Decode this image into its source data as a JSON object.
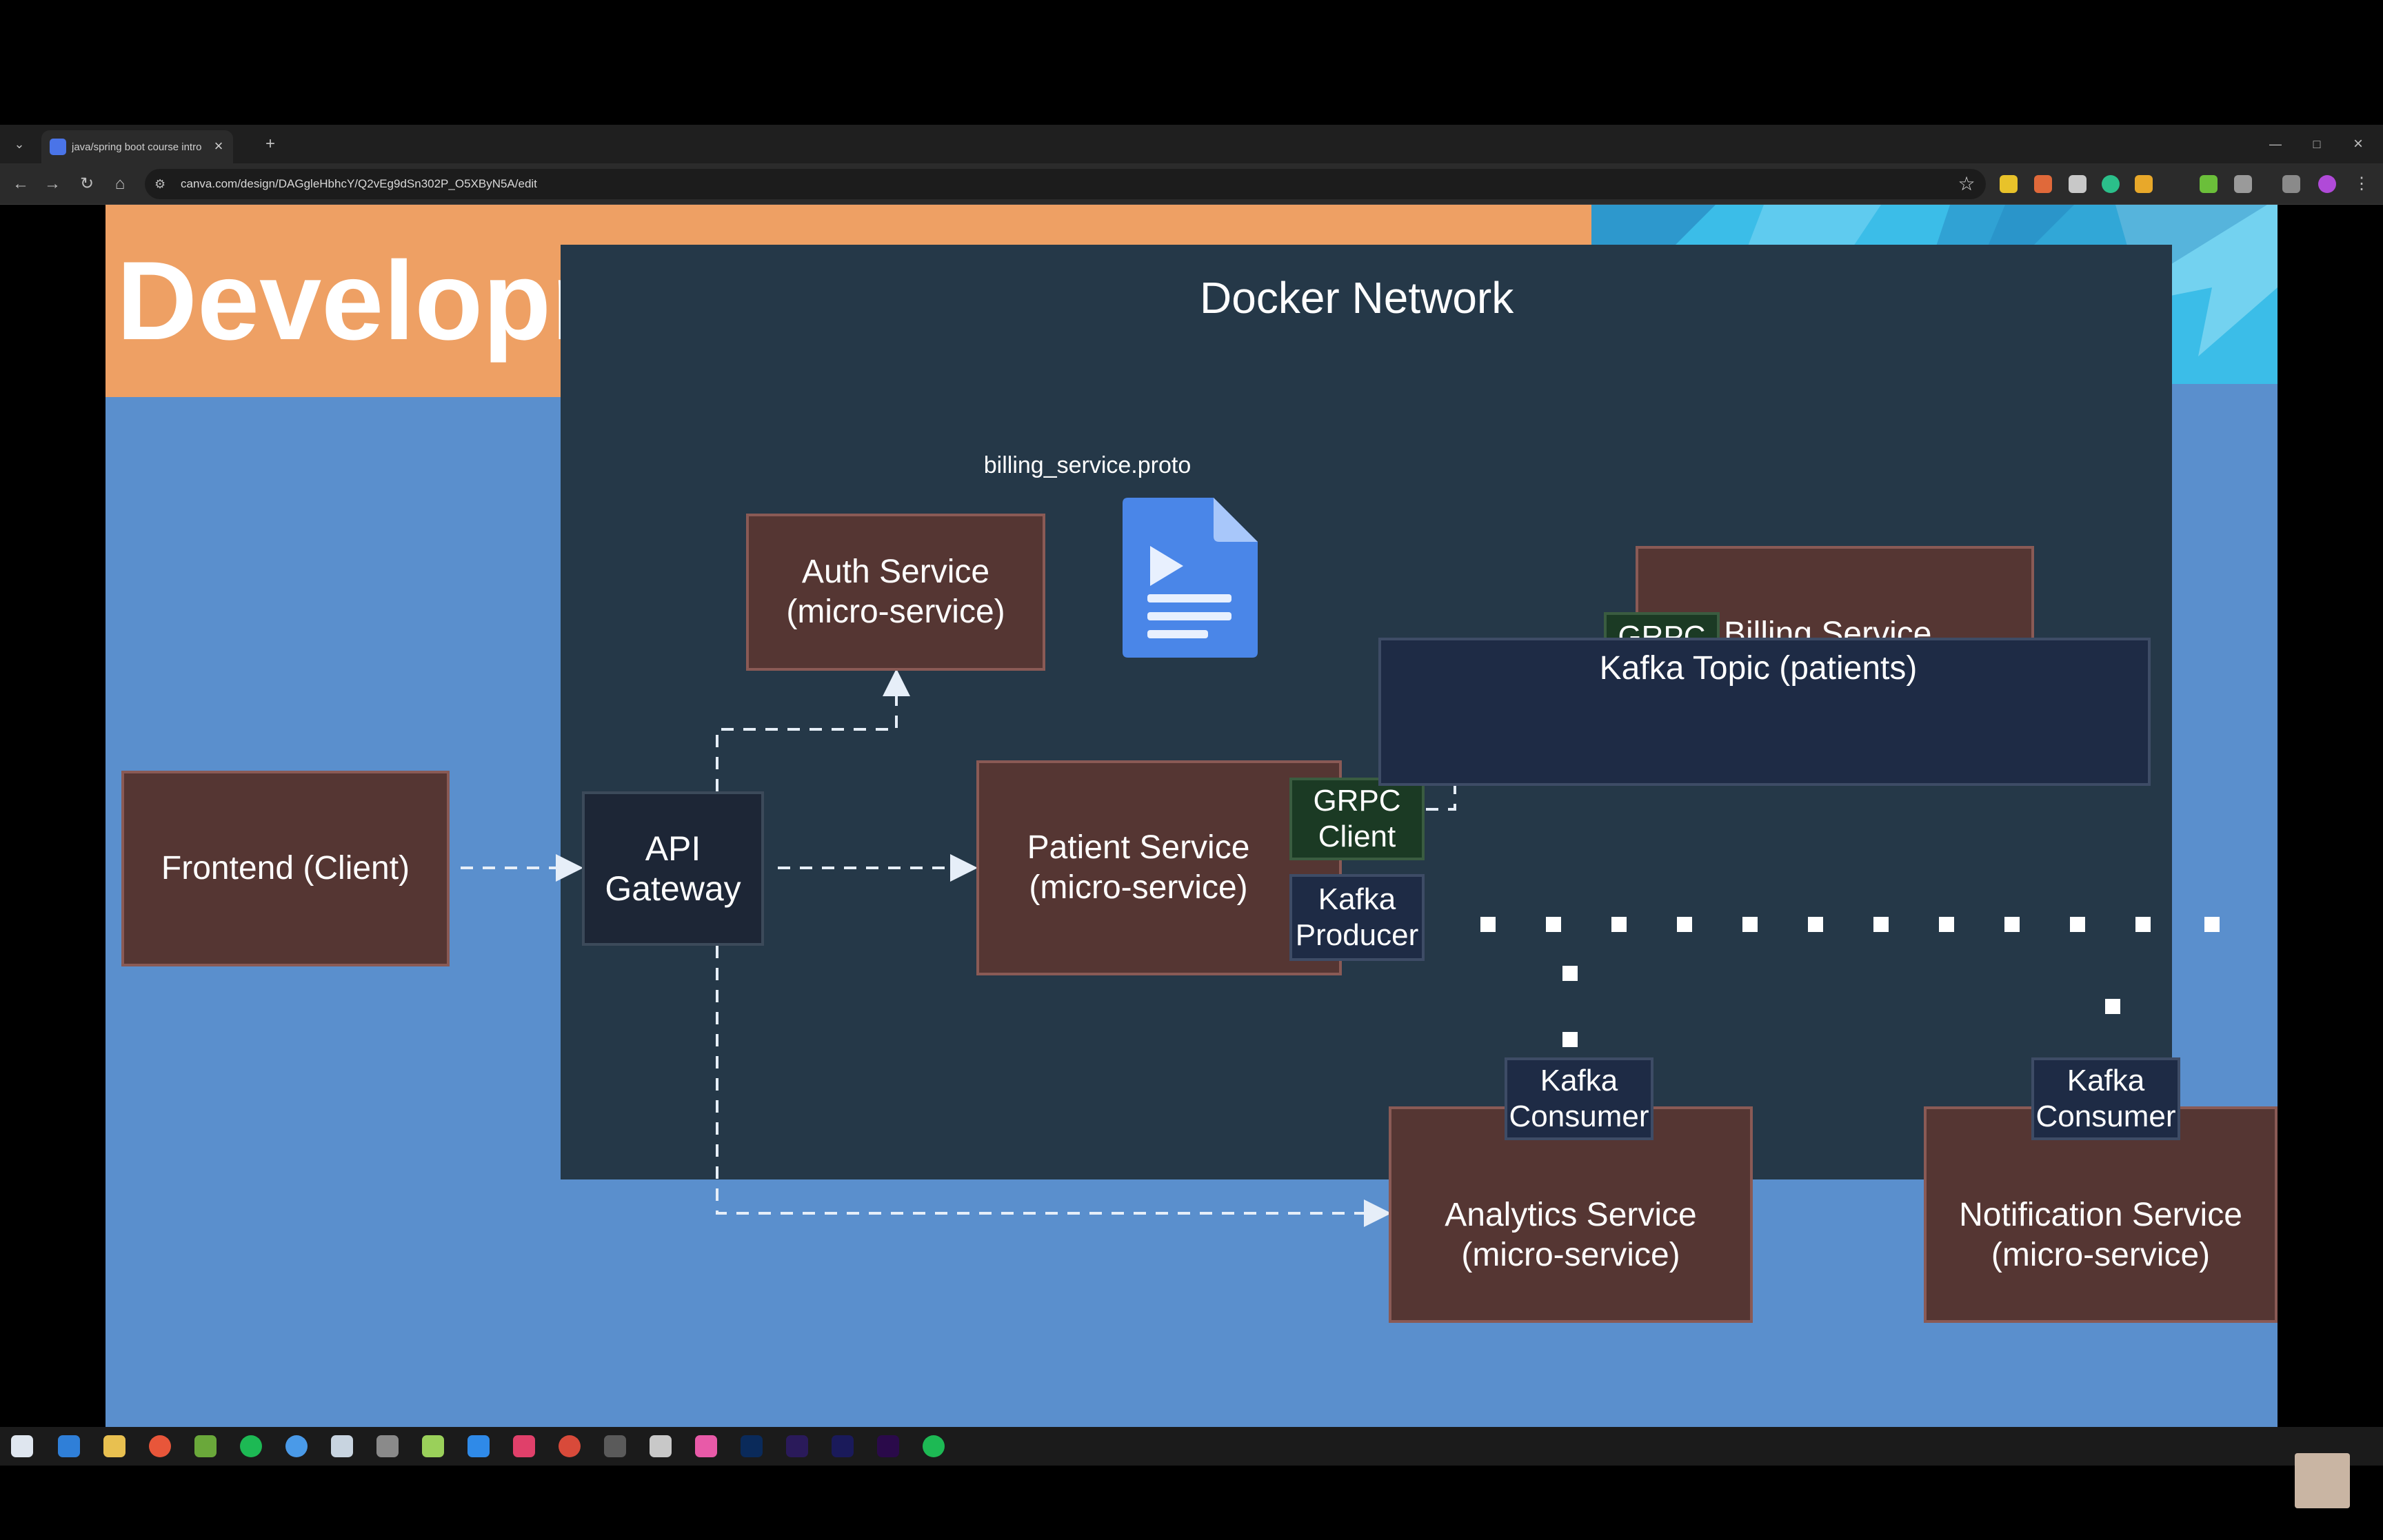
{
  "browser": {
    "tab_title": "java/spring boot course intro",
    "tab_close": "×",
    "new_tab": "+",
    "url": "canva.com/design/DAGgleHbhcY/Q2vEg9dSn302P_O5XByN5A/edit"
  },
  "slide": {
    "title": "Development Architecture",
    "docker_label": "Docker Network",
    "frontend": "Frontend (Client)",
    "gateway": "API\nGateway",
    "auth": "Auth Service\n(micro-service)",
    "proto_label": "billing_service.proto",
    "patient": "Patient Service\n(micro-service)",
    "grpc_client": "GRPC\nClient",
    "kafka_producer": "Kafka\nProducer",
    "grpc_server": "GRPC\nServer",
    "billing": "Billing Service\n(micro-service)",
    "kafka_topic": "Kafka Topic (patients)",
    "kafka_consumer_1": "Kafka\nConsumer",
    "kafka_consumer_2": "Kafka\nConsumer",
    "analytics": "Analytics Service\n(micro-service)",
    "notification": "Notification Service\n(micro-service)"
  },
  "colors": {
    "title_band": "#eea064",
    "slide_bg": "#5a8fcd",
    "docker_bg": "#253848",
    "service_box": "#553633",
    "gateway_box": "#1d2636",
    "grpc_box": "#1b3a24",
    "kafka_box": "#1e2b45"
  },
  "icons": [
    "back-icon",
    "forward-icon",
    "reload-icon",
    "home-icon",
    "star-icon",
    "document-play-icon"
  ]
}
